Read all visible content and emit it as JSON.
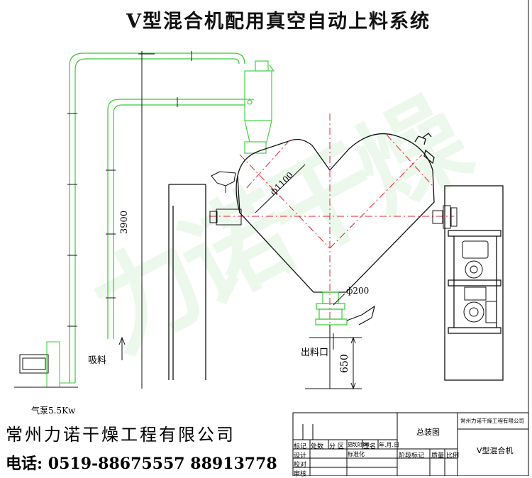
{
  "title": "V型混合机配用真空自动上料系统",
  "watermark": "力诺干燥",
  "labels": {
    "height_3900": "3900",
    "dia_1100": "ф1100",
    "dia_200": "ф200",
    "height_650": "650",
    "suction": "吸料",
    "outlet": "出料口",
    "pump": "气泵5.5Kw"
  },
  "company": "常州力诺干燥工程有限公司",
  "phone": "电话: 0519-88675557 88913778",
  "title_block": {
    "company_small": "常州力诺干燥工程有限公司",
    "drawing_name": "总装图",
    "product": "V型混合机",
    "rows": [
      [
        "标记",
        "处数",
        "分 区",
        "更改文件号",
        "签名",
        "年.月.日"
      ],
      [
        "设计",
        "",
        "",
        "标准化",
        "",
        ""
      ],
      [
        "校对",
        "",
        "",
        "",
        "",
        ""
      ],
      [
        "审核",
        "",
        "",
        "",
        "",
        ""
      ]
    ],
    "stage_cols": [
      "阶段标记",
      "质量",
      "比例"
    ]
  },
  "colors": {
    "line": "#111111",
    "green": "#33cc33",
    "red": "#e8202a",
    "watermark": "#58c04c"
  }
}
